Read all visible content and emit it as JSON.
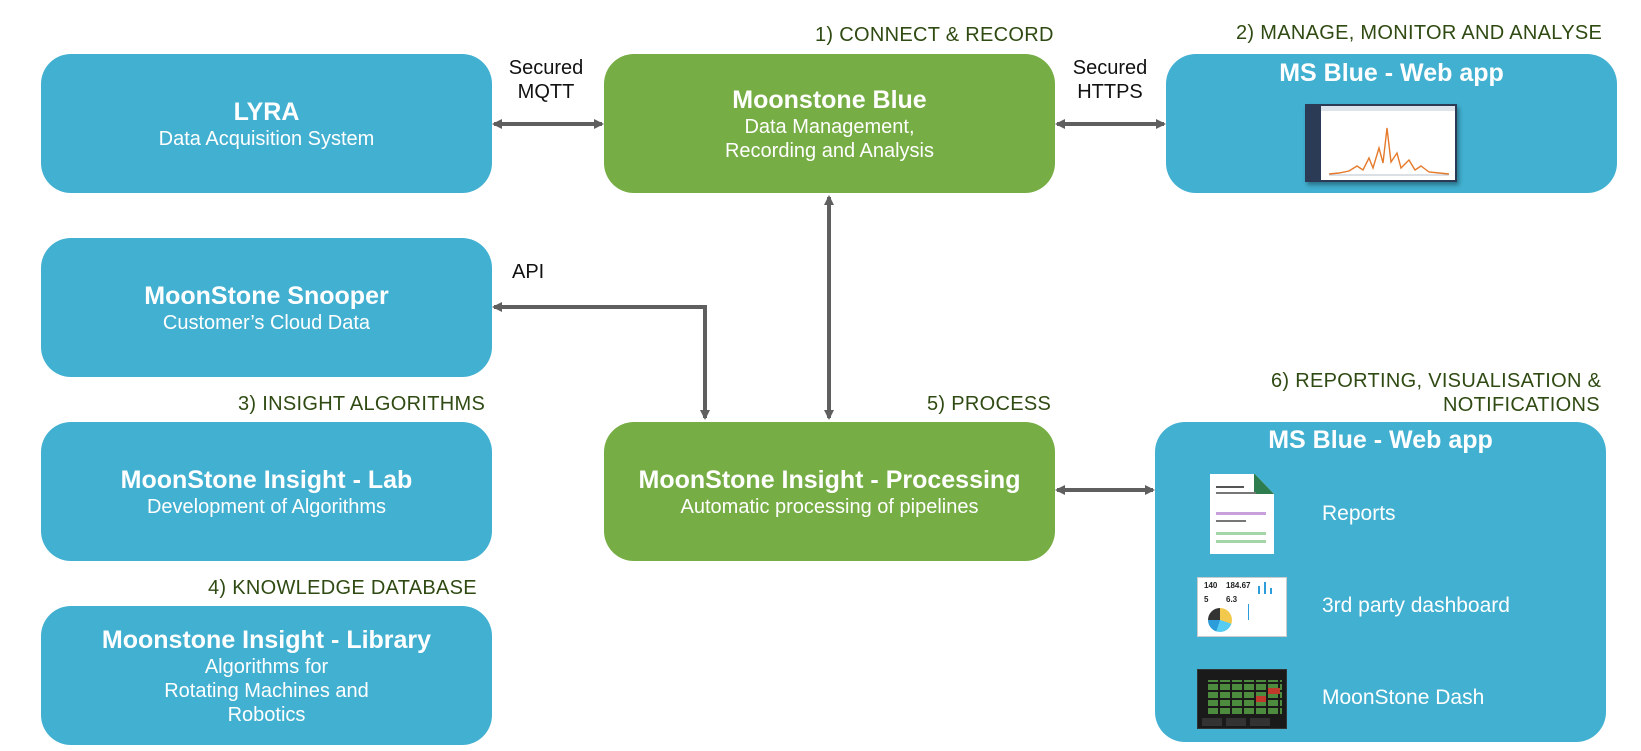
{
  "headings": {
    "connect": "1) CONNECT & RECORD",
    "manage": "2) MANAGE, MONITOR AND ANALYSE",
    "insight_algorithms": "3) INSIGHT ALGORITHMS",
    "knowledge_db": "4) KNOWLEDGE DATABASE",
    "process": "5) PROCESS",
    "reporting_line1": "6) REPORTING, VISUALISATION &",
    "reporting_line2": "NOTIFICATIONS"
  },
  "connectors": {
    "mqtt_line1": "Secured",
    "mqtt_line2": "MQTT",
    "https_line1": "Secured",
    "https_line2": "HTTPS",
    "api": "API"
  },
  "boxes": {
    "lyra": {
      "title": "LYRA",
      "sub": "Data Acquisition System"
    },
    "moonstone_blue": {
      "title": "Moonstone Blue",
      "sub1": "Data Management,",
      "sub2": "Recording and Analysis"
    },
    "webapp_top": {
      "title": "MS Blue - Web app"
    },
    "snooper": {
      "title": "MoonStone Snooper",
      "sub": "Customer’s Cloud Data"
    },
    "lab": {
      "title": "MoonStone Insight - Lab",
      "sub": "Development of Algorithms"
    },
    "library": {
      "title": "Moonstone Insight - Library",
      "sub1": "Algorithms for",
      "sub2": "Rotating Machines and",
      "sub3": "Robotics"
    },
    "processing": {
      "title": "MoonStone Insight - Processing",
      "sub": "Automatic processing of pipelines"
    },
    "webapp_bottom": {
      "title": "MS Blue - Web app",
      "items": [
        {
          "label": "Reports",
          "icon": "report-document-icon"
        },
        {
          "label": "3rd party dashboard",
          "icon": "dashboard-icon"
        },
        {
          "label": "MoonStone Dash",
          "icon": "dash-grid-icon"
        }
      ]
    }
  },
  "colors": {
    "blue": "#42b0d1",
    "green": "#76ad44",
    "arrow": "#5f5f5f",
    "heading": "#2f4a12"
  }
}
